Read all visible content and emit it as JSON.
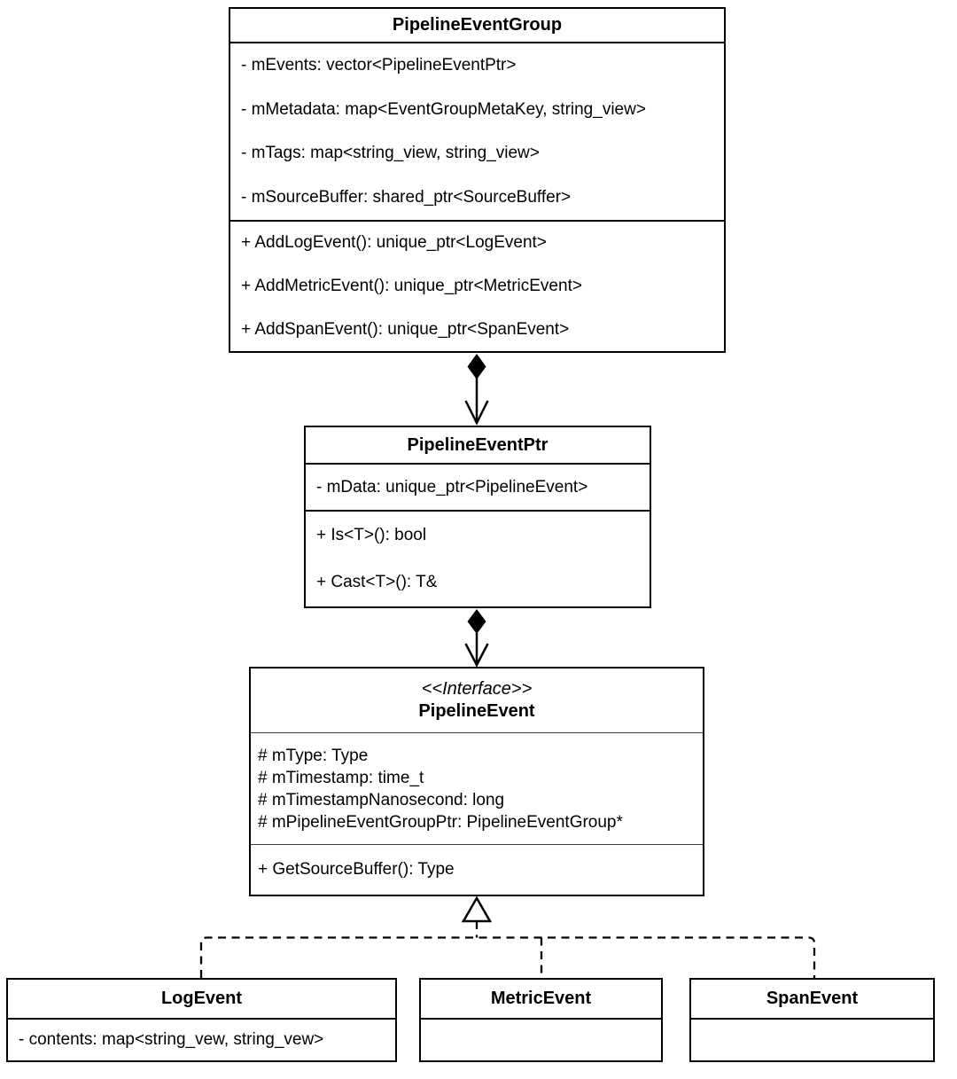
{
  "diagram": {
    "kind": "uml-class-diagram",
    "background_color": "#ffffff",
    "line_color": "#000000",
    "classes": {
      "group": {
        "name": "PipelineEventGroup",
        "attributes": [
          "- mEvents: vector<PipelineEventPtr>",
          "- mMetadata: map<EventGroupMetaKey, string_view>",
          "- mTags: map<string_view, string_view>",
          "- mSourceBuffer: shared_ptr<SourceBuffer>"
        ],
        "methods": [
          "+ AddLogEvent(): unique_ptr<LogEvent>",
          "+ AddMetricEvent(): unique_ptr<MetricEvent>",
          "+ AddSpanEvent(): unique_ptr<SpanEvent>"
        ]
      },
      "ptr": {
        "name": "PipelineEventPtr",
        "attributes": [
          "- mData: unique_ptr<PipelineEvent>"
        ],
        "methods": [
          "+ Is<T>(): bool",
          "+ Cast<T>(): T&"
        ]
      },
      "event": {
        "stereotype": "<<Interface>>",
        "name": "PipelineEvent",
        "attributes": [
          "# mType: Type",
          "# mTimestamp: time_t",
          "# mTimestampNanosecond: long",
          "# mPipelineEventGroupPtr: PipelineEventGroup*"
        ],
        "methods": [
          "+ GetSourceBuffer(): Type"
        ]
      },
      "log": {
        "name": "LogEvent",
        "attributes": [
          "- contents: map<string_vew, string_vew>"
        ],
        "methods": []
      },
      "metric": {
        "name": "MetricEvent",
        "attributes": [],
        "methods": []
      },
      "span": {
        "name": "SpanEvent",
        "attributes": [],
        "methods": []
      }
    },
    "relations": [
      {
        "type": "composition",
        "from": "PipelineEventGroup",
        "to": "PipelineEventPtr"
      },
      {
        "type": "composition",
        "from": "PipelineEventPtr",
        "to": "PipelineEvent"
      },
      {
        "type": "realization",
        "from": "LogEvent",
        "to": "PipelineEvent",
        "style": "dashed"
      },
      {
        "type": "realization",
        "from": "MetricEvent",
        "to": "PipelineEvent",
        "style": "dashed"
      },
      {
        "type": "realization",
        "from": "SpanEvent",
        "to": "PipelineEvent",
        "style": "dashed"
      }
    ]
  }
}
